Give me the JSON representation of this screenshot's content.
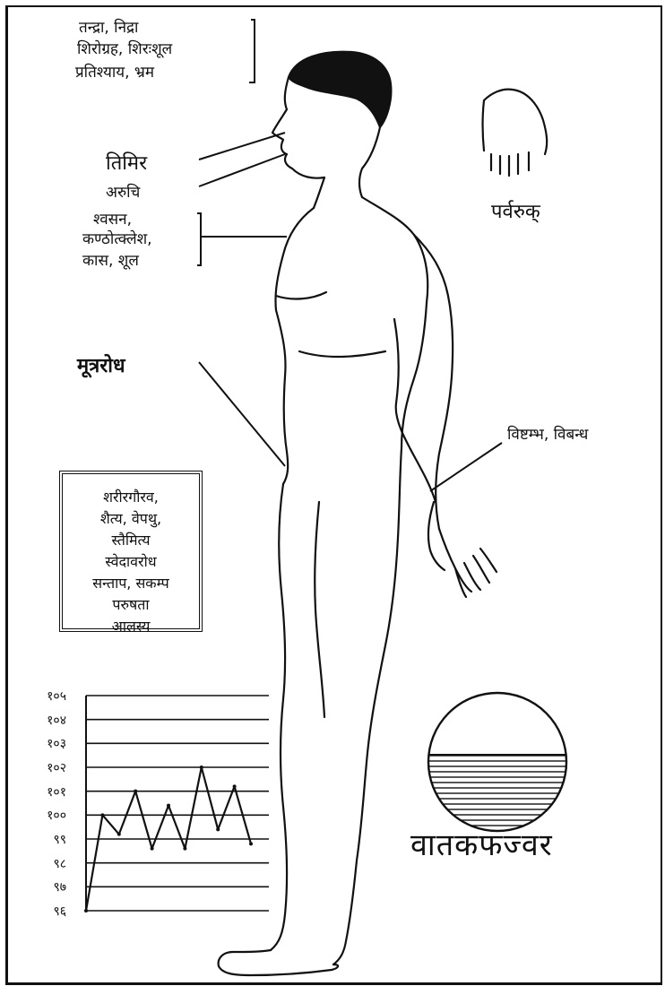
{
  "head_labels": {
    "line1": "तन्द्रा, निद्रा",
    "line2": "शिरोग्रह, शिरःशूल",
    "line3": "प्रतिश्याय, भ्रम"
  },
  "eye_labels": {
    "timir": "तिमिर",
    "aruchi": "अरुचि"
  },
  "chest_labels": {
    "line1": "श्वसन,",
    "line2": "कण्ठोत्क्लेश,",
    "line3": "कास, शूल"
  },
  "mutrarodh": "मूत्ररोध",
  "vishtambh": "विष्टम्भ, विबन्ध",
  "hand_label": "पर्वरुक्",
  "box_lines": [
    "शरीरगौरव,",
    "शैत्य, वेपथु,",
    "स्तैमित्य",
    "स्वेदावरोध",
    "सन्ताप, सकम्प",
    "परुषता",
    "आलस्य"
  ],
  "title": "वातकफज्वर",
  "chart_data": {
    "type": "line",
    "y_tick_labels": [
      "१०५",
      "१०४",
      "१०३",
      "१०२",
      "१०१",
      "१००",
      "९९",
      "९८",
      "९७",
      "९६"
    ],
    "y_tick_values": [
      105,
      104,
      103,
      102,
      101,
      100,
      99,
      98,
      97,
      96
    ],
    "ylim": [
      96,
      105
    ],
    "grid": true,
    "series": [
      {
        "values": [
          96,
          100,
          99.2,
          101,
          98.6,
          100.4,
          98.6,
          102,
          99.4,
          101.2,
          98.8
        ]
      }
    ]
  }
}
